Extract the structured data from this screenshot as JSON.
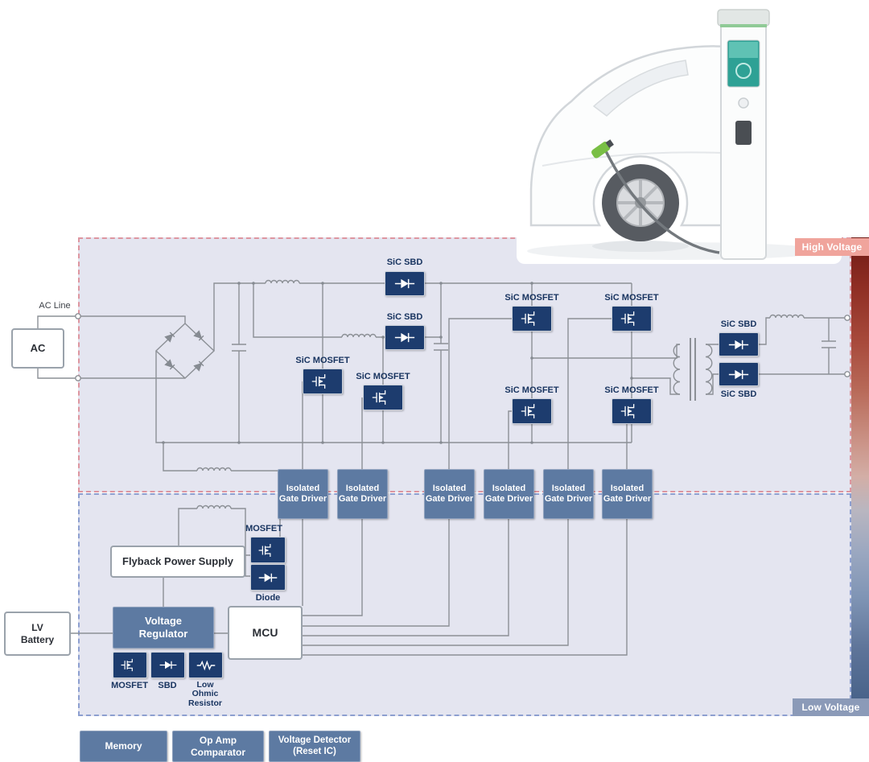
{
  "badges": {
    "high_voltage": "High Voltage",
    "low_voltage": "Low Voltage"
  },
  "source": {
    "ac_line": "AC Line",
    "ac": "AC",
    "lv_battery": "LV Battery"
  },
  "components": {
    "sic_sbd": "SiC SBD",
    "sic_mosfet": "SiC MOSFET",
    "isolated_gate_driver": "Isolated Gate Driver",
    "flyback_power_supply": "Flyback Power Supply",
    "mosfet": "MOSFET",
    "diode": "Diode",
    "sbd": "SBD",
    "low_ohmic_resistor": "Low Ohmic Resistor",
    "voltage_regulator": "Voltage Regulator",
    "mcu": "MCU",
    "memory": "Memory",
    "op_amp_comparator": "Op Amp Comparator",
    "voltage_detector_reset_ic": "Voltage Detector (Reset IC)"
  },
  "colors": {
    "navy_block": "#1d3c6e",
    "steel_block": "#5d7aa2",
    "high_voltage_badge": "#f0a49c",
    "low_voltage_badge": "#8b9ab8",
    "hv_region_border": "#dd96a0",
    "lv_region_border": "#8d9fd0",
    "region_background": "#e4e5f0",
    "wire": "#8c9096"
  }
}
